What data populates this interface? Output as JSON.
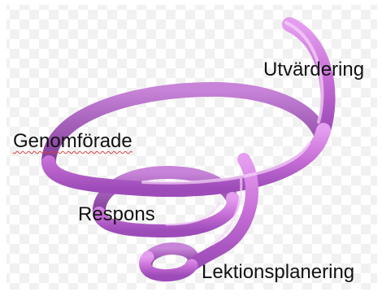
{
  "diagram": {
    "labels": {
      "top": "Utvärdering",
      "left": "Genomförade",
      "middle": "Respons",
      "bottom": "Lektionsplanering"
    },
    "colors": {
      "tube": "#c76ed6",
      "tube_dark": "#8f3ea8",
      "tube_light": "#f2c8f4",
      "label_text": "#111111",
      "spellcheck_underline": "#d84040"
    }
  }
}
